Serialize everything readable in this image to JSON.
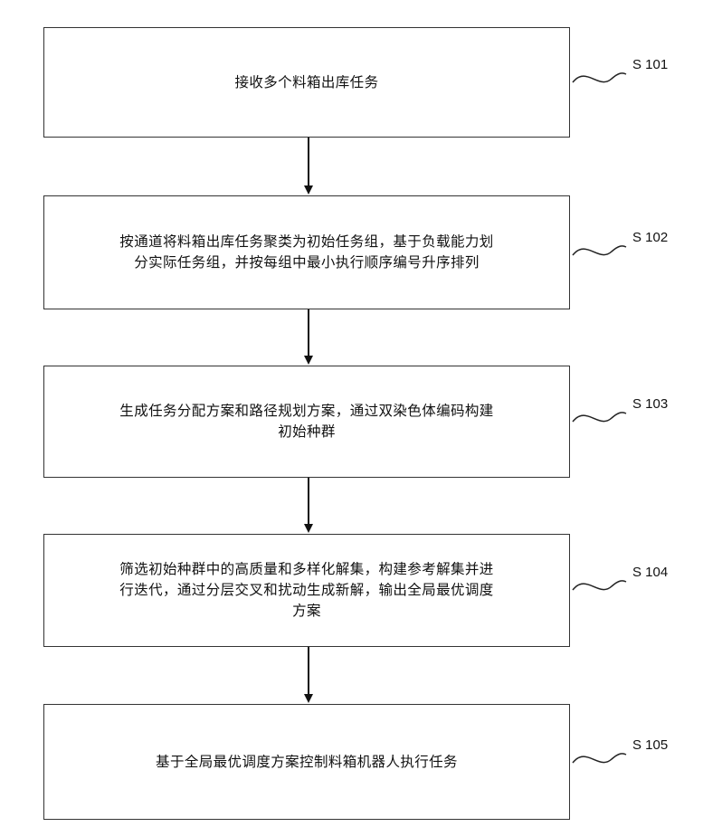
{
  "steps": [
    {
      "id": "S 101",
      "text": "接收多个料箱出库任务"
    },
    {
      "id": "S 102",
      "text": "按通道将料箱出库任务聚类为初始任务组，基于负载能力划\n分实际任务组，并按每组中最小执行顺序编号升序排列"
    },
    {
      "id": "S 103",
      "text": "生成任务分配方案和路径规划方案，通过双染色体编码构建\n初始种群"
    },
    {
      "id": "S 104",
      "text": "筛选初始种群中的高质量和多样化解集，构建参考解集并进\n行迭代，通过分层交叉和扰动生成新解，输出全局最优调度\n方案"
    },
    {
      "id": "S 105",
      "text": "基于全局最优调度方案控制料箱机器人执行任务"
    }
  ]
}
